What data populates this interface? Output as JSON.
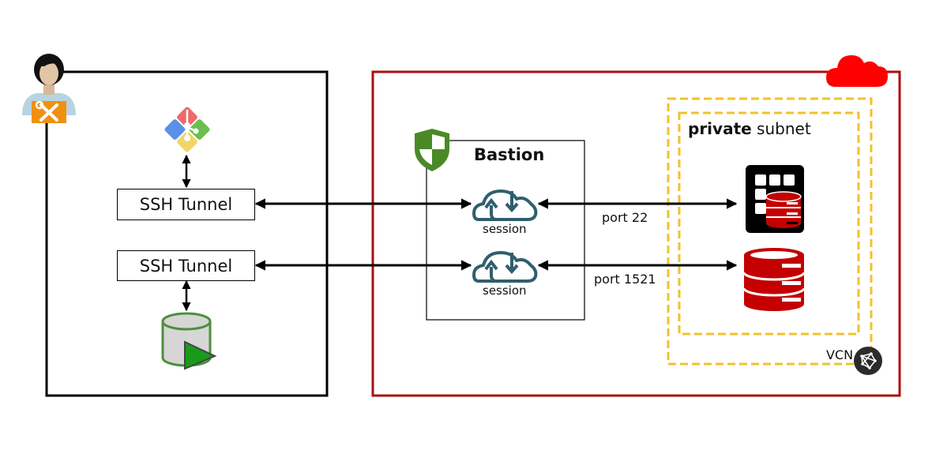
{
  "diagram": {
    "title": "Bastion SSH port forwarding to private subnet",
    "client": {
      "icon": "developer-user-icon",
      "tunnels": [
        {
          "label": "SSH Tunnel",
          "tool_icon": "git-client-icon"
        },
        {
          "label": "SSH Tunnel",
          "tool_icon": "sql-developer-icon"
        }
      ]
    },
    "cloud": {
      "icon": "oracle-cloud-icon",
      "bastion": {
        "label": "Bastion",
        "icon": "bastion-shield-icon",
        "sessions": [
          {
            "label": "session",
            "icon": "session-cloud-icon"
          },
          {
            "label": "session",
            "icon": "session-cloud-icon"
          }
        ]
      },
      "connections": [
        {
          "port_label": "port 22",
          "target": "compute-instance"
        },
        {
          "port_label": "port 1521",
          "target": "database"
        }
      ],
      "vcn": {
        "label": "VCN",
        "icon": "vcn-icon"
      },
      "subnet": {
        "label_bold": "private",
        "label_rest": " subnet"
      },
      "targets": [
        {
          "icon": "autonomous-database-icon"
        },
        {
          "icon": "database-icon"
        }
      ]
    },
    "colors": {
      "client_border": "#000000",
      "cloud_border": "#aa0f0f",
      "vcn_dash": "#f2c12e",
      "oracle_red": "#cc0000",
      "bastion_green": "#4a8a26",
      "session_teal": "#2f5f6e",
      "user_orange": "#f0900f"
    }
  }
}
